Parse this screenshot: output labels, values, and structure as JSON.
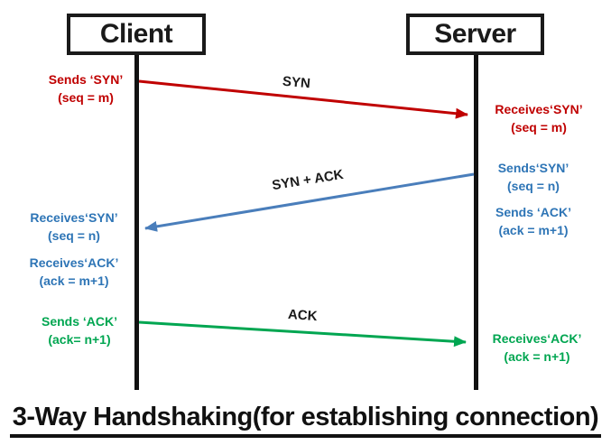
{
  "diagram": {
    "type": "sequence-diagram",
    "title": "3-Way Handshaking(for establishing connection)",
    "actors": [
      {
        "id": "client",
        "label": "Client"
      },
      {
        "id": "server",
        "label": "Server"
      }
    ],
    "colors": {
      "syn_red": "#C00000",
      "synack_blue_text": "#2E75B6",
      "ack_green": "#00A651",
      "black": "#1A1A1A"
    },
    "messages": [
      {
        "label": "SYN",
        "from": "client",
        "to": "server",
        "color": "#C00000"
      },
      {
        "label": "SYN + ACK",
        "from": "server",
        "to": "client",
        "color": "#4A7EBB"
      },
      {
        "label": "ACK",
        "from": "client",
        "to": "server",
        "color": "#00A651"
      }
    ],
    "annotations": [
      {
        "id": "client-sends-syn",
        "side": "client",
        "line1": "Sends ‘SYN’",
        "line2": "(seq = m)"
      },
      {
        "id": "server-receives-syn",
        "side": "server",
        "line1": "Receives‘SYN’",
        "line2": "(seq = m)"
      },
      {
        "id": "server-sends-syn",
        "side": "server",
        "line1": "Sends‘SYN’",
        "line2": "(seq = n)"
      },
      {
        "id": "client-receives-syn",
        "side": "client",
        "line1": "Receives‘SYN’",
        "line2": "(seq = n)"
      },
      {
        "id": "server-sends-ack",
        "side": "server",
        "line1": "Sends ‘ACK’",
        "line2": "(ack = m+1)"
      },
      {
        "id": "client-receives-ack",
        "side": "client",
        "line1": "Receives‘ACK’",
        "line2": "(ack = m+1)"
      },
      {
        "id": "client-sends-ack",
        "side": "client",
        "line1": "Sends ‘ACK’",
        "line2": "(ack= n+1)"
      },
      {
        "id": "server-receives-ack",
        "side": "server",
        "line1": "Receives‘ACK’",
        "line2": "(ack = n+1)"
      }
    ]
  }
}
